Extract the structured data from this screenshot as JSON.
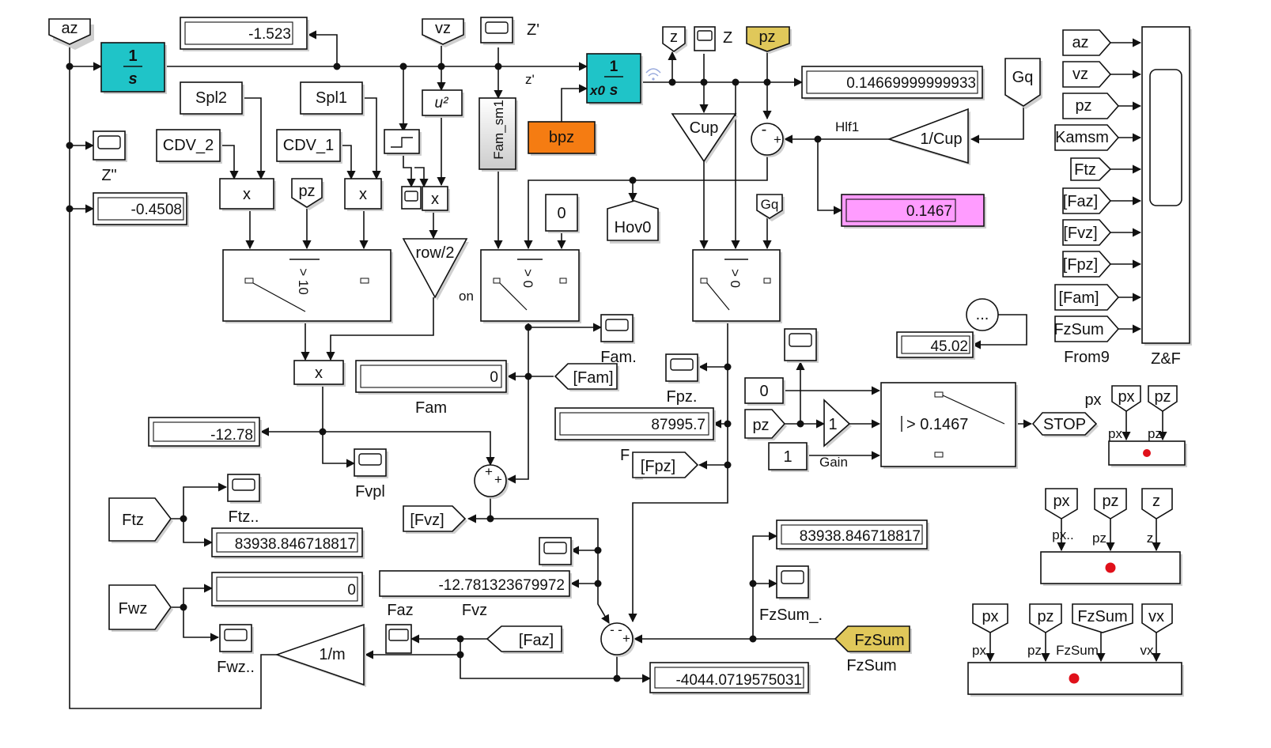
{
  "canvas": {
    "background": "#ffffff"
  },
  "colors": {
    "integrator": "#1fc4c8",
    "constant_bpz": "#f57c12",
    "goto_tag": "#e0c85a",
    "display_highlight": "#ff9cff",
    "gain_label": "#2a84d0",
    "stop_lamp": "#e0101a",
    "fam_block_top": "#ffffff",
    "fam_block_bottom": "#cccccc"
  },
  "integrator1": {
    "num": "1",
    "den": "s"
  },
  "integrator2": {
    "num": "1",
    "den": "s",
    "x0": "x0"
  },
  "tags": {
    "az": "az",
    "vz": "vz",
    "z": "z",
    "pz": "pz",
    "gq_from": "Gq",
    "spl2": "Spl2",
    "spl1": "Spl1",
    "cdv2": "CDV_2",
    "cdv1": "CDV_1",
    "pz_small": "pz",
    "hov0": "Hov0",
    "gq_small": "Gq",
    "fam_goto": "[Fam]",
    "fpz_goto": "[Fpz]",
    "fvz_goto": "[Fvz]",
    "faz_goto": "[Faz]",
    "ftz": "Ftz",
    "fwz": "Fwz",
    "fzsum_goto": "FzSum",
    "stop": "STOP",
    "pz_in": "pz"
  },
  "labels": {
    "zprime_scope": "Z'",
    "zdprime_scope": "Z\"",
    "z_scope": "Z",
    "zprime_line": "z'",
    "hlf1": "Hlf1",
    "fam_sm1": "Fam_sm1",
    "on": "on",
    "fam_scope": "Fam.",
    "fam_display": "Fam",
    "fpz_scope": "Fpz.",
    "fpz_cut": "F",
    "fvpl": "Fvpl",
    "ftz_scope": "Ftz..",
    "fwz_scope": "Fwz..",
    "faz": "Faz",
    "fvz": "Fvz",
    "fzsum_scope": "FzSum_.",
    "fzsum": "FzSum",
    "from9": "From9",
    "zf": "Z&F",
    "gain": "Gain"
  },
  "blocks": {
    "product": "x",
    "square": "u²",
    "row2": "row/2",
    "cup": "Cup",
    "inv_cup": "1/Cup",
    "inv_m": "1/m",
    "bpz": "bpz",
    "gain_one": "1",
    "dots": "...",
    "const_zero_top": "0",
    "const_zero_stop": "0",
    "const_one": "1"
  },
  "switches": {
    "sw1": "> 10",
    "sw2": "> 0",
    "sw3": "> 0",
    "stop_switch": "> 0.1467"
  },
  "sum_signs": {
    "hlf": [
      "-",
      "+"
    ],
    "fvz": [
      "+",
      "+"
    ],
    "total": [
      "-",
      "-",
      "+"
    ]
  },
  "displays": {
    "d_top": "-1.523",
    "d_z": "0.14669999999933",
    "d_mid": "-0.4508",
    "d_hlf": "0.1467",
    "d_fam": "0",
    "d_left": "-12.78",
    "d_fpz": "87995.7",
    "d_time": "45.02",
    "d_ftz": "83938.846718817",
    "d_fwz": "0",
    "d_fvz": "-12.781323679972",
    "d_fzsum": "83938.846718817",
    "d_total": "-4044.0719575031"
  },
  "bus_inputs": [
    "az",
    "vz",
    "pz",
    "Kamsm",
    "Ftz",
    "[Faz]",
    "[Fvz]",
    "[Fpz]",
    "[Fam]",
    "FzSum"
  ],
  "xy1": {
    "tags": [
      "px",
      "pz"
    ],
    "ports": [
      "px",
      "pz"
    ],
    "outside": "px"
  },
  "xy2": {
    "tags": [
      "px",
      "pz",
      "z"
    ],
    "ports": [
      "px..",
      "pz",
      "z"
    ]
  },
  "xy3": {
    "tags": [
      "px",
      "pz",
      "FzSum",
      "vx"
    ],
    "ports": [
      "px",
      "pz",
      "FzSum",
      "vx"
    ]
  }
}
